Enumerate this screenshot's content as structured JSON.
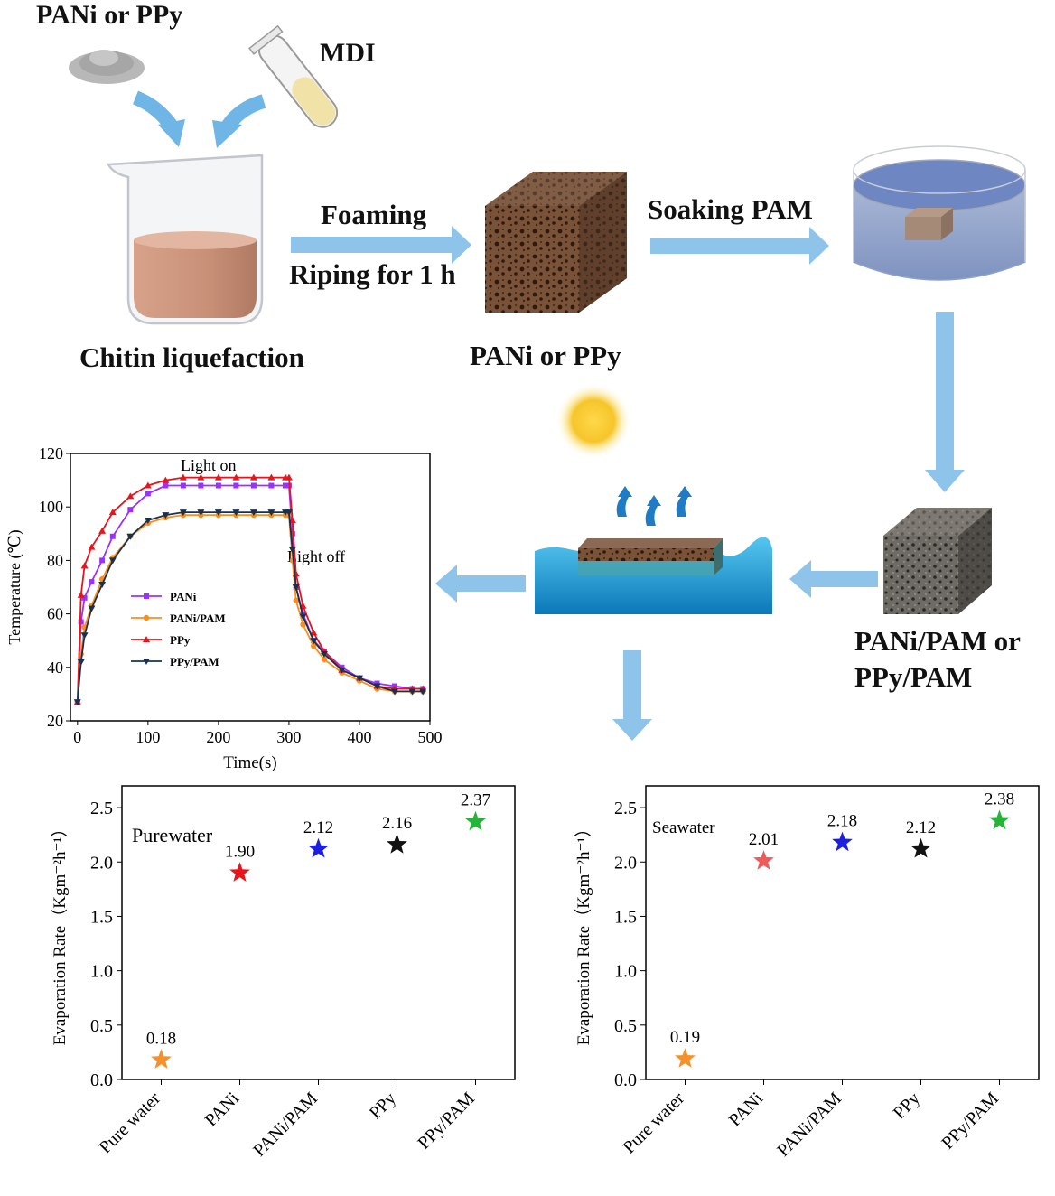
{
  "steps": {
    "powder_label": "PANi or PPy",
    "tube_label": "MDI",
    "beaker_label": "Chitin liquefaction",
    "arrow1_top": "Foaming",
    "arrow1_bottom": "Riping for 1 h",
    "foam_label": "PANi or PPy",
    "arrow2_label": "Soaking PAM",
    "composite_label_line1": "PANi/PAM or",
    "composite_label_line2": "PPy/PAM"
  },
  "colors": {
    "arrow": "#8ec3ea",
    "water": "#2fb4e8",
    "foam": "#6b4a33",
    "composite": "#5a5550"
  },
  "temp_chart": {
    "chart_data": {
      "type": "line",
      "xlabel": "Time(s)",
      "ylabel": "Temperature (℃)",
      "xlim": [
        -10,
        500
      ],
      "ylim": [
        20,
        120
      ],
      "xticks": [
        0,
        100,
        200,
        300,
        400,
        500
      ],
      "yticks": [
        20,
        40,
        60,
        80,
        100,
        120
      ],
      "annotations": [
        "Light on",
        "Light off"
      ],
      "series": [
        {
          "name": "PANi",
          "color": "#9b30ff",
          "marker": "square",
          "x": [
            0,
            5,
            10,
            20,
            35,
            50,
            75,
            100,
            125,
            150,
            175,
            200,
            225,
            250,
            275,
            295,
            300,
            305,
            310,
            320,
            335,
            350,
            375,
            400,
            425,
            450,
            475,
            490
          ],
          "y": [
            27,
            57,
            66,
            72,
            80,
            89,
            99,
            105,
            108,
            108,
            108,
            108,
            108,
            108,
            108,
            108,
            108,
            90,
            70,
            60,
            50,
            46,
            40,
            36,
            34,
            33,
            32,
            32
          ]
        },
        {
          "name": "PANi/PAM",
          "color": "#ff8c1a",
          "marker": "circle",
          "x": [
            0,
            5,
            10,
            20,
            35,
            50,
            75,
            100,
            125,
            150,
            175,
            200,
            225,
            250,
            275,
            295,
            300,
            305,
            310,
            320,
            335,
            350,
            375,
            400,
            425,
            450,
            475,
            490
          ],
          "y": [
            27,
            45,
            55,
            63,
            73,
            81,
            89,
            94,
            96,
            97,
            97,
            97,
            97,
            97,
            97,
            97,
            97,
            80,
            65,
            56,
            48,
            43,
            38,
            35,
            32,
            31,
            31,
            31
          ]
        },
        {
          "name": "PPy",
          "color": "#e8151d",
          "marker": "triangle-up",
          "x": [
            0,
            5,
            10,
            20,
            35,
            50,
            75,
            100,
            125,
            150,
            175,
            200,
            225,
            250,
            275,
            295,
            300,
            305,
            310,
            320,
            335,
            350,
            375,
            400,
            425,
            450,
            475,
            490
          ],
          "y": [
            27,
            67,
            78,
            85,
            91,
            98,
            104,
            108,
            110,
            111,
            111,
            111,
            111,
            111,
            111,
            111,
            111,
            95,
            75,
            63,
            53,
            46,
            39,
            36,
            33,
            32,
            32,
            32
          ]
        },
        {
          "name": "PPy/PAM",
          "color": "#17324f",
          "marker": "triangle-down",
          "x": [
            0,
            5,
            10,
            20,
            35,
            50,
            75,
            100,
            125,
            150,
            175,
            200,
            225,
            250,
            275,
            295,
            300,
            305,
            310,
            320,
            335,
            350,
            375,
            400,
            425,
            450,
            475,
            490
          ],
          "y": [
            27,
            42,
            52,
            62,
            71,
            80,
            89,
            95,
            97,
            98,
            98,
            98,
            98,
            98,
            98,
            98,
            98,
            84,
            70,
            59,
            50,
            45,
            39,
            36,
            33,
            31,
            31,
            31
          ]
        }
      ]
    }
  },
  "evap_pure": {
    "annotation": "Purewater",
    "chart_data": {
      "type": "scatter",
      "ylabel": "Evaporation Rate（Kgm⁻²h⁻¹）",
      "ylim": [
        0.0,
        2.7
      ],
      "yticks": [
        "0.0",
        "0.5",
        "1.0",
        "1.5",
        "2.0",
        "2.5"
      ],
      "categories": [
        "Pure water",
        "PANi",
        "PANi/PAM",
        "PPy",
        "PPy/PAM"
      ],
      "values": [
        0.18,
        1.9,
        2.12,
        2.16,
        2.37
      ],
      "data_labels": [
        "0.18",
        "1.90",
        "2.12",
        "2.16",
        "2.37"
      ],
      "colors": [
        "#f5902a",
        "#e8151d",
        "#1c1ee0",
        "#111111",
        "#27b33a"
      ],
      "marker": "star"
    }
  },
  "evap_sea": {
    "annotation": "Seawater",
    "chart_data": {
      "type": "scatter",
      "ylabel": "Evaporation Rate（Kgm⁻²h⁻¹）",
      "ylim": [
        0.0,
        2.7
      ],
      "yticks": [
        "0.0",
        "0.5",
        "1.0",
        "1.5",
        "2.0",
        "2.5"
      ],
      "categories": [
        "Pure water",
        "PANi",
        "PANi/PAM",
        "PPy",
        "PPy/PAM"
      ],
      "values": [
        0.19,
        2.01,
        2.18,
        2.12,
        2.38
      ],
      "data_labels": [
        "0.19",
        "2.01",
        "2.18",
        "2.12",
        "2.38"
      ],
      "colors": [
        "#f5902a",
        "#ef5a5a",
        "#1c1ee0",
        "#111111",
        "#27b33a"
      ],
      "marker": "star"
    }
  }
}
